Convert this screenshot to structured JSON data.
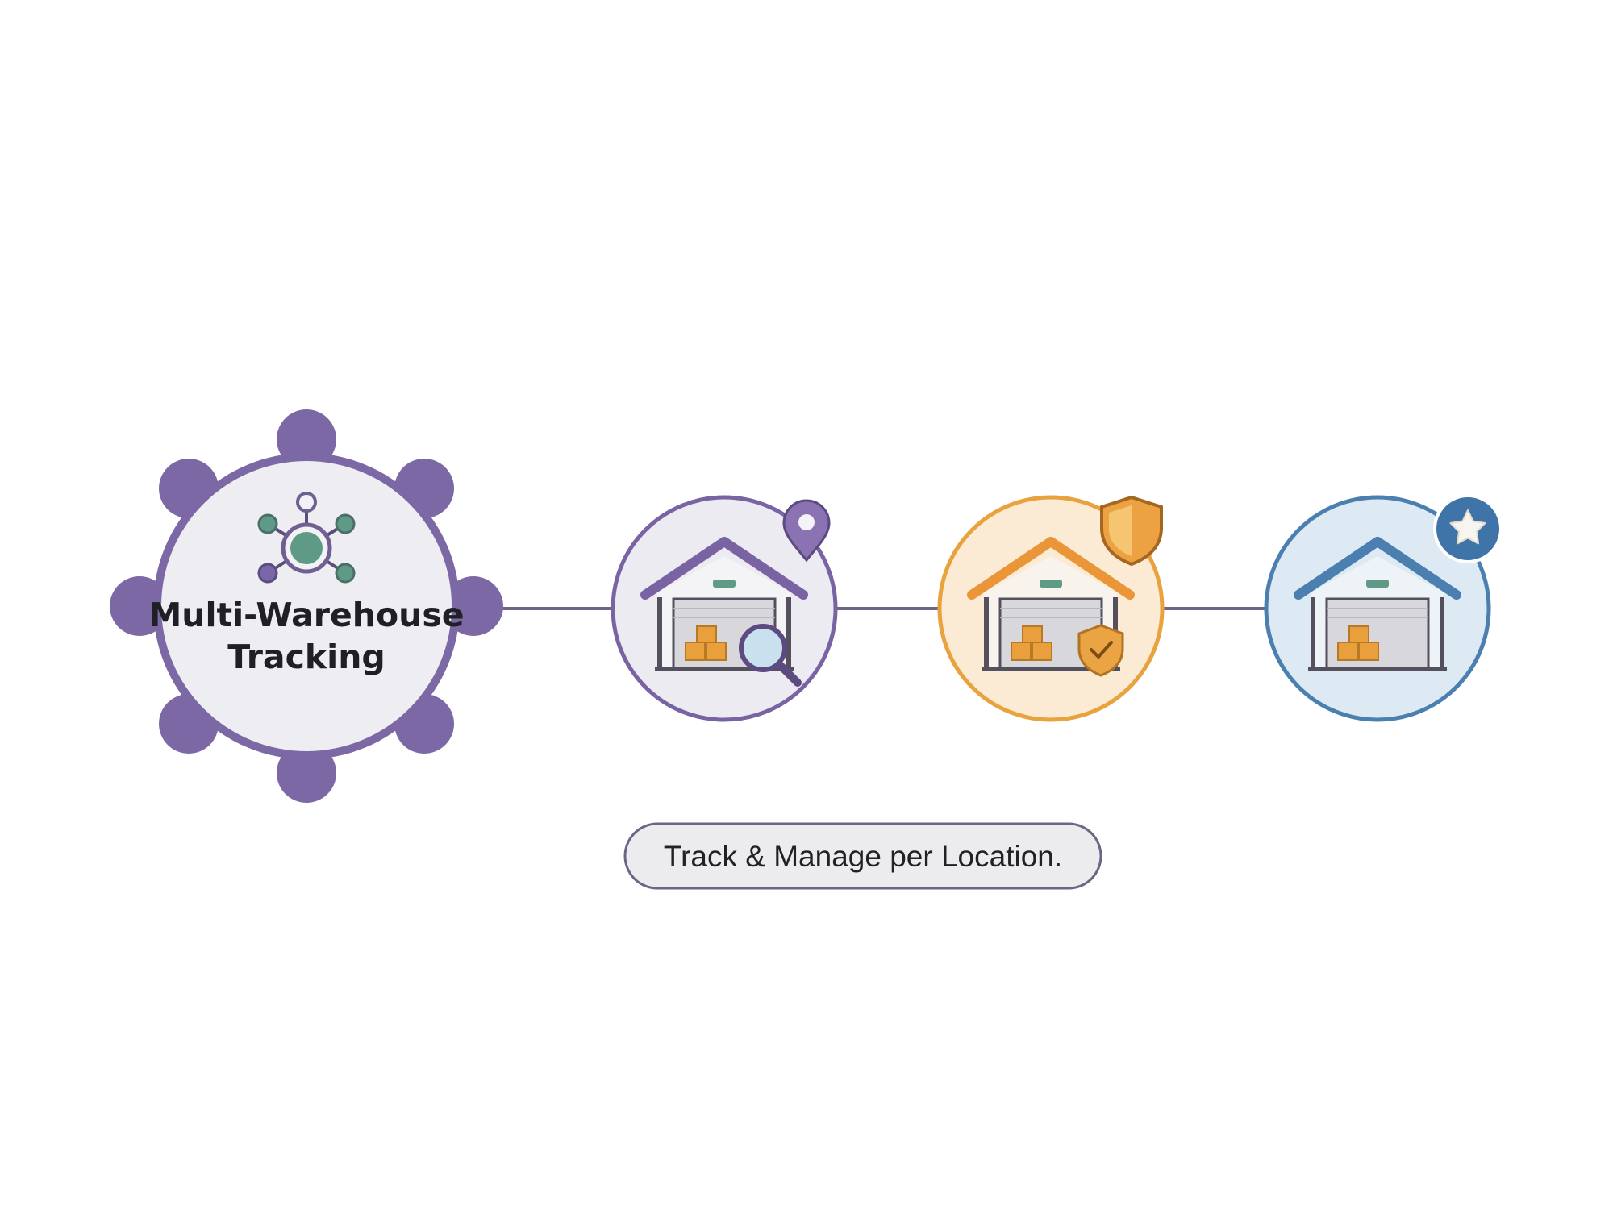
{
  "hub": {
    "title_line1": "Multi-Warehouse",
    "title_line2": "Tracking",
    "icon": "network-hub-icon"
  },
  "nodes": [
    {
      "name": "warehouse-search",
      "icon": "warehouse-icon",
      "badge": "location-pin-icon",
      "overlay": "magnifier-icon",
      "color": "#7a63a3"
    },
    {
      "name": "warehouse-secure",
      "icon": "warehouse-icon",
      "badge": "shield-icon",
      "overlay": "shield-check-icon",
      "color": "#e8a23e"
    },
    {
      "name": "warehouse-featured",
      "icon": "warehouse-icon",
      "badge": "star-icon",
      "overlay": "",
      "color": "#4a7fb0"
    }
  ],
  "pill": {
    "label": "Track & Manage per Location."
  },
  "colors": {
    "purple": "#7a63a3",
    "purple_fill": "#7d68a6",
    "orange": "#e8a23e",
    "blue": "#4a7fb0",
    "teal": "#4f8f80",
    "box": "#e9a03c",
    "connector": "#6f6485"
  }
}
